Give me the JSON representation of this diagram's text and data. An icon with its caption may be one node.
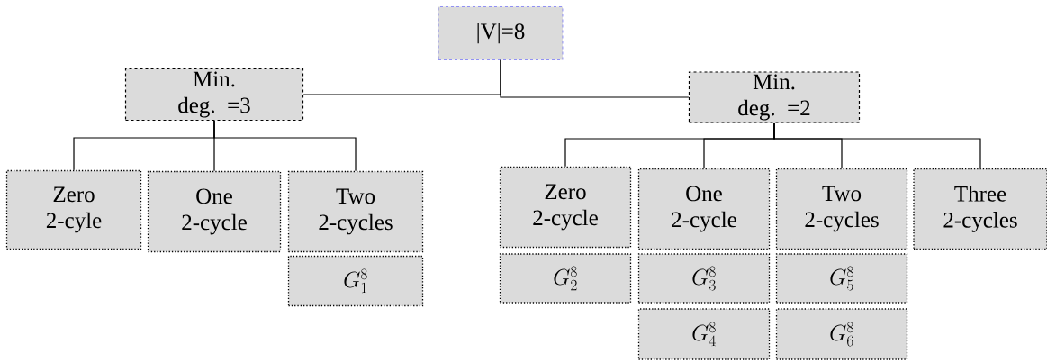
{
  "diagram": {
    "nodes": [
      {
        "text": [
          "|V|=8"
        ]
      },
      {
        "text": [
          "Min. deg. =3"
        ]
      },
      {
        "text": [
          "Min. deg. =2"
        ]
      },
      {
        "text": [
          "Zero 2-cyle"
        ]
      },
      {
        "text": [
          "One 2-cycle"
        ]
      },
      {
        "text": [
          "Two 2-cycles"
        ]
      },
      {
        "text": [
          "G_1^8"
        ]
      },
      {
        "text": [
          "Zero 2-cycle"
        ]
      },
      {
        "text": [
          "One 2-cycle"
        ]
      },
      {
        "text": [
          "Two 2-cycles"
        ]
      },
      {
        "text": [
          "Three 2-cycles"
        ]
      },
      {
        "text": [
          "G_2^8"
        ]
      },
      {
        "text": [
          "G_3^8"
        ]
      },
      {
        "text": [
          "G_4^8"
        ]
      },
      {
        "text": [
          "G_5^8"
        ]
      },
      {
        "text": [
          "G_6^8"
        ]
      }
    ],
    "edges": [
      {
        "from": 0,
        "to": 1,
        "arrow": "none"
      },
      {
        "from": 0,
        "to": 2,
        "arrow": "none"
      },
      {
        "from": 1,
        "to": 3,
        "arrow": "none"
      },
      {
        "from": 1,
        "to": 4,
        "arrow": "none"
      },
      {
        "from": 1,
        "to": 5,
        "arrow": "none"
      },
      {
        "from": 2,
        "to": 7,
        "arrow": "none"
      },
      {
        "from": 2,
        "to": 8,
        "arrow": "none"
      },
      {
        "from": 2,
        "to": 9,
        "arrow": "none"
      },
      {
        "from": 2,
        "to": 10,
        "arrow": "none"
      }
    ]
  }
}
